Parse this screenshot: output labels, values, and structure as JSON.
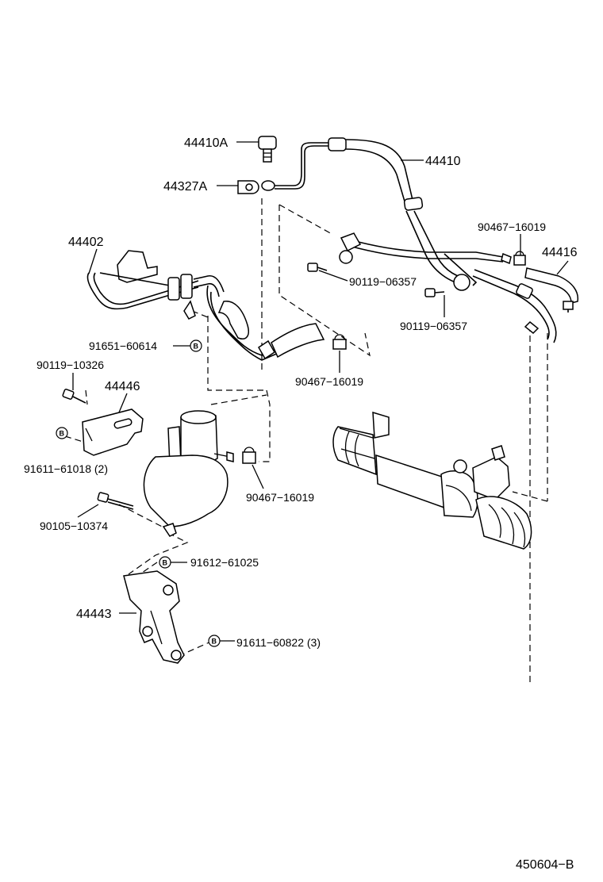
{
  "labels": {
    "p44410A": "44410A",
    "p44327A": "44327A",
    "p44410": "44410",
    "p44402": "44402",
    "p90467_top": "90467−16019",
    "p44416": "44416",
    "p90119_06357_a": "90119−06357",
    "p90119_06357_b": "90119−06357",
    "p91651": "91651−60614",
    "p90467_mid": "90467−16019",
    "p90119_10326": "90119−10326",
    "p44446": "44446",
    "p91611_61018": "91611−61018 (2)",
    "p90467_low": "90467−16019",
    "p90105": "90105−10374",
    "p91612": "91612−61025",
    "p44443": "44443",
    "p91611_60822": "91611−60822 (3)",
    "code": "450604−B"
  },
  "marker_letter": "B"
}
